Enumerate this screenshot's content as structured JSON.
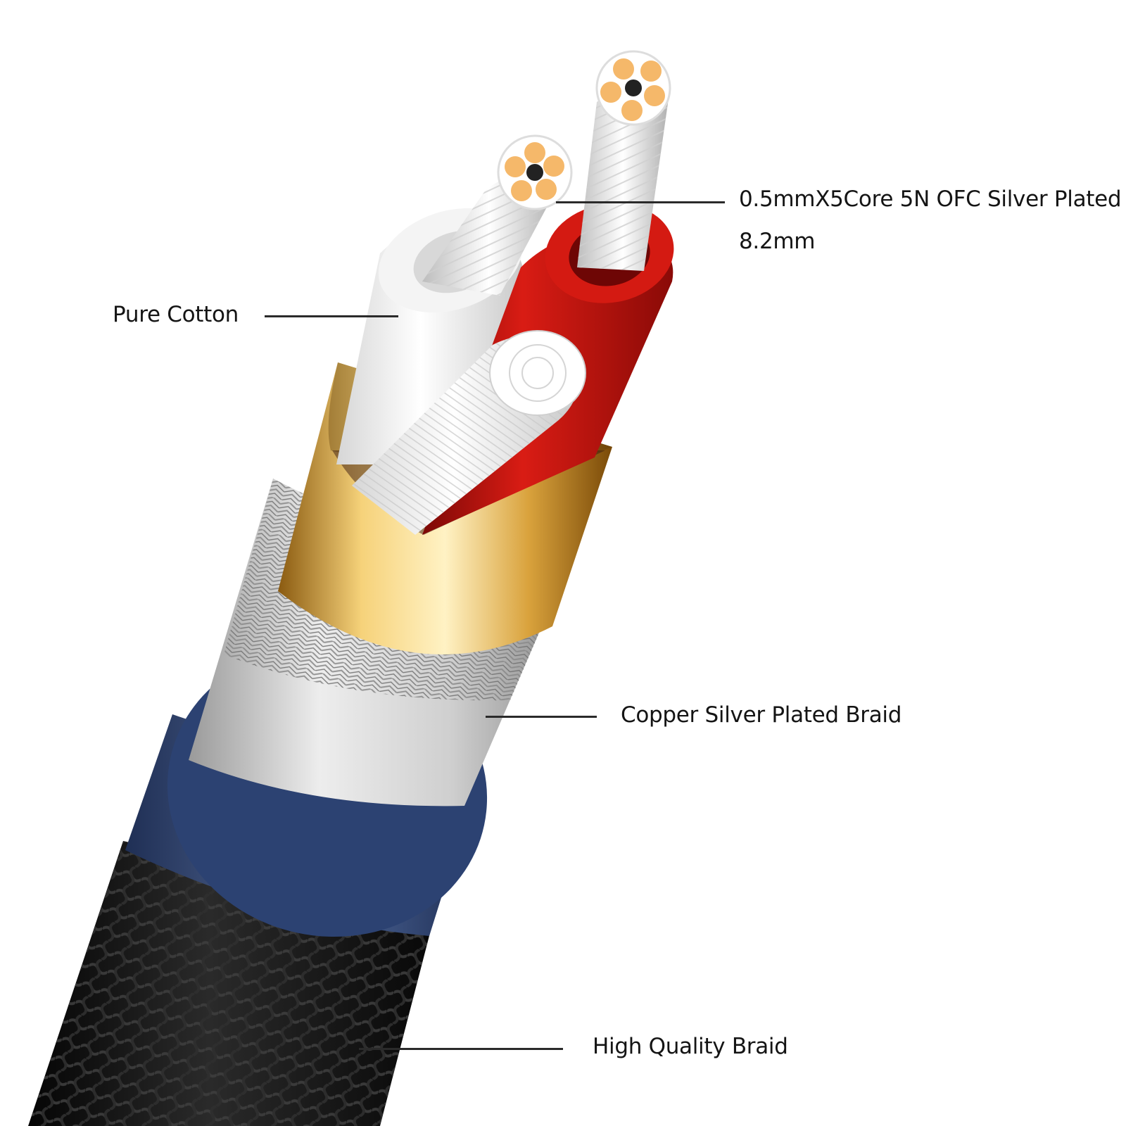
{
  "labels": {
    "conductor": "0.5mmX5Core 5N OFC Silver Plated",
    "diameter": "8.2mm",
    "insulation": "Pure Cotton",
    "shield": "Copper Silver Plated Braid",
    "jacket": "High Quality Braid"
  },
  "colors": {
    "conductor_core": "#f5b86a",
    "red_insulation": "#c3140f",
    "white_insulation": "#eeeeee",
    "gold_foil": "#d4a43a",
    "silver_braid": "#b8b8b8",
    "blue_layer": "#2c4272",
    "black_braid": "#1a1a1a"
  }
}
